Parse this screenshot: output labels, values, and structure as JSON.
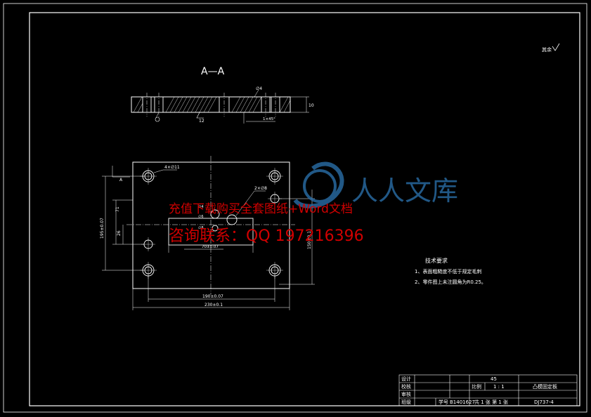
{
  "section_label": "A—A",
  "roughness_note": "其余",
  "dimensions": {
    "section_thickness": "10",
    "section_callout_left": "12",
    "section_callout_right": "∅4",
    "section_bottom_right": "1×45°",
    "top_hole_callout": "4×∅11",
    "center_hole_callout": "2×∅8",
    "small_left_a": "∅4",
    "small_left_b": "∅6",
    "small_bottom": "∅8",
    "left_height_total": "195±0.07",
    "left_inner_a": "71",
    "left_inner_b": "26",
    "right_height": "150±0.1",
    "center_slot_width": "70±0.07",
    "bottom_inner_width": "190±0.07",
    "bottom_total_width": "230±0.1",
    "datum_label": "A"
  },
  "tech_requirements": {
    "title": "技术要求",
    "lines": [
      "1、表面粗糙度不低于规定毛刺",
      "2、零件图上未注圆角为R0.25。"
    ]
  },
  "watermark": {
    "line1": "充值下载购买全套图纸+Word文档",
    "line2": "咨询联系：QQ 197216396",
    "logo": "人人文库"
  },
  "title_block": {
    "rows": [
      "设计",
      "校核",
      "审核",
      "班级"
    ],
    "material": "45",
    "scale_label": "比例",
    "scale_value": "1 : 1",
    "sheet_info": "共 1 张  第 1 张",
    "part_name": "凸模固定板",
    "student_id_label": "学号",
    "student_id": "B1401627",
    "drawing_no": "DJ737-4"
  }
}
